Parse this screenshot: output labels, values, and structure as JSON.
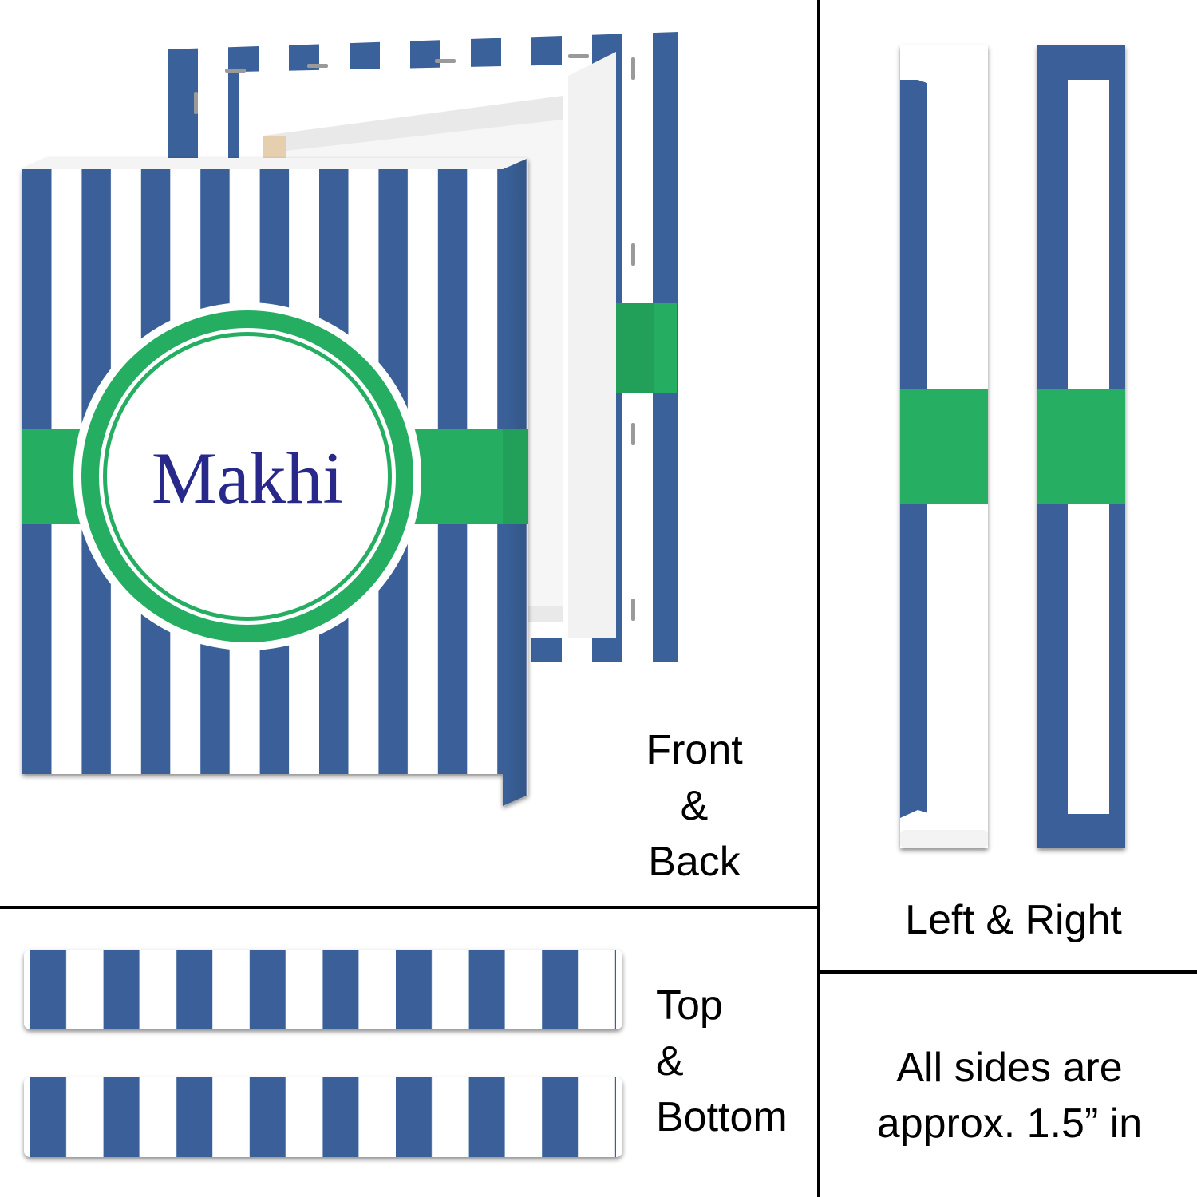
{
  "product_name": "Makhi",
  "colors": {
    "blue_stripe": "#3a6199",
    "green_band": "#25ae62",
    "name_text": "#27288a",
    "background": "#ffffff"
  },
  "labels": {
    "front_back": [
      "Front",
      "&",
      "Back"
    ],
    "top_bottom": [
      "Top",
      "&",
      "Bottom"
    ],
    "left_right": "Left & Right",
    "note": [
      "All sides are",
      "approx. 1.5” in"
    ]
  }
}
